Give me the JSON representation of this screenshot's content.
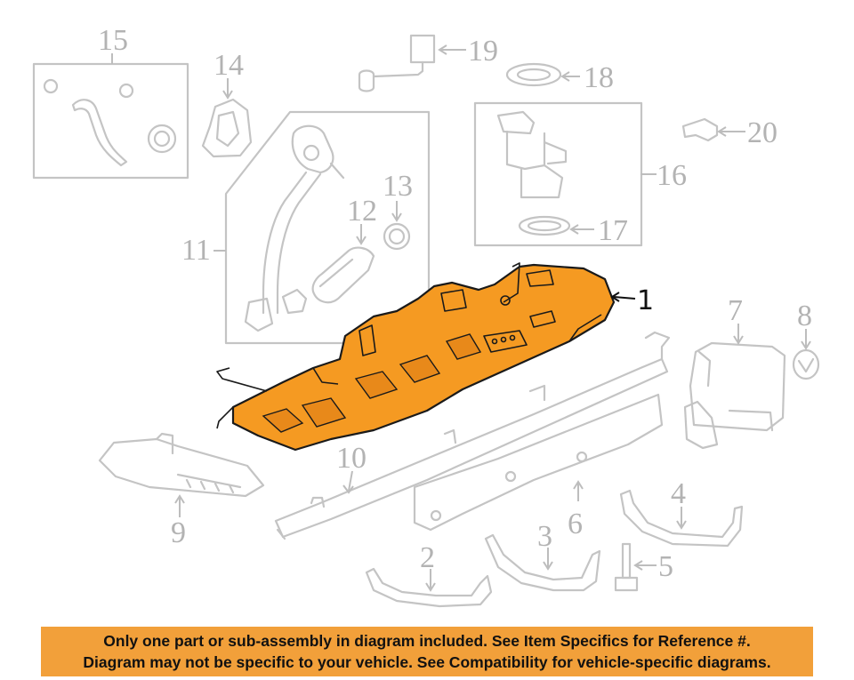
{
  "diagram": {
    "callouts": [
      {
        "id": "1",
        "label": "1",
        "highlighted": true
      },
      {
        "id": "2",
        "label": "2"
      },
      {
        "id": "3",
        "label": "3"
      },
      {
        "id": "4",
        "label": "4"
      },
      {
        "id": "5",
        "label": "5"
      },
      {
        "id": "6",
        "label": "6"
      },
      {
        "id": "7",
        "label": "7"
      },
      {
        "id": "8",
        "label": "8"
      },
      {
        "id": "9",
        "label": "9"
      },
      {
        "id": "10",
        "label": "10"
      },
      {
        "id": "11",
        "label": "11"
      },
      {
        "id": "12",
        "label": "12"
      },
      {
        "id": "13",
        "label": "13"
      },
      {
        "id": "14",
        "label": "14"
      },
      {
        "id": "15",
        "label": "15"
      },
      {
        "id": "16",
        "label": "16"
      },
      {
        "id": "17",
        "label": "17"
      },
      {
        "id": "18",
        "label": "18"
      },
      {
        "id": "19",
        "label": "19"
      },
      {
        "id": "20",
        "label": "20"
      }
    ],
    "colors": {
      "highlight_part": "#f59a22",
      "outline_parts": "#c4c4c4",
      "banner_background": "#f2a03a"
    }
  },
  "banner": {
    "line1": "Only one part or sub-assembly in diagram included. See Item Specifics for Reference #.",
    "line2": "Diagram may not be specific to your vehicle. See Compatibility for vehicle-specific diagrams."
  }
}
